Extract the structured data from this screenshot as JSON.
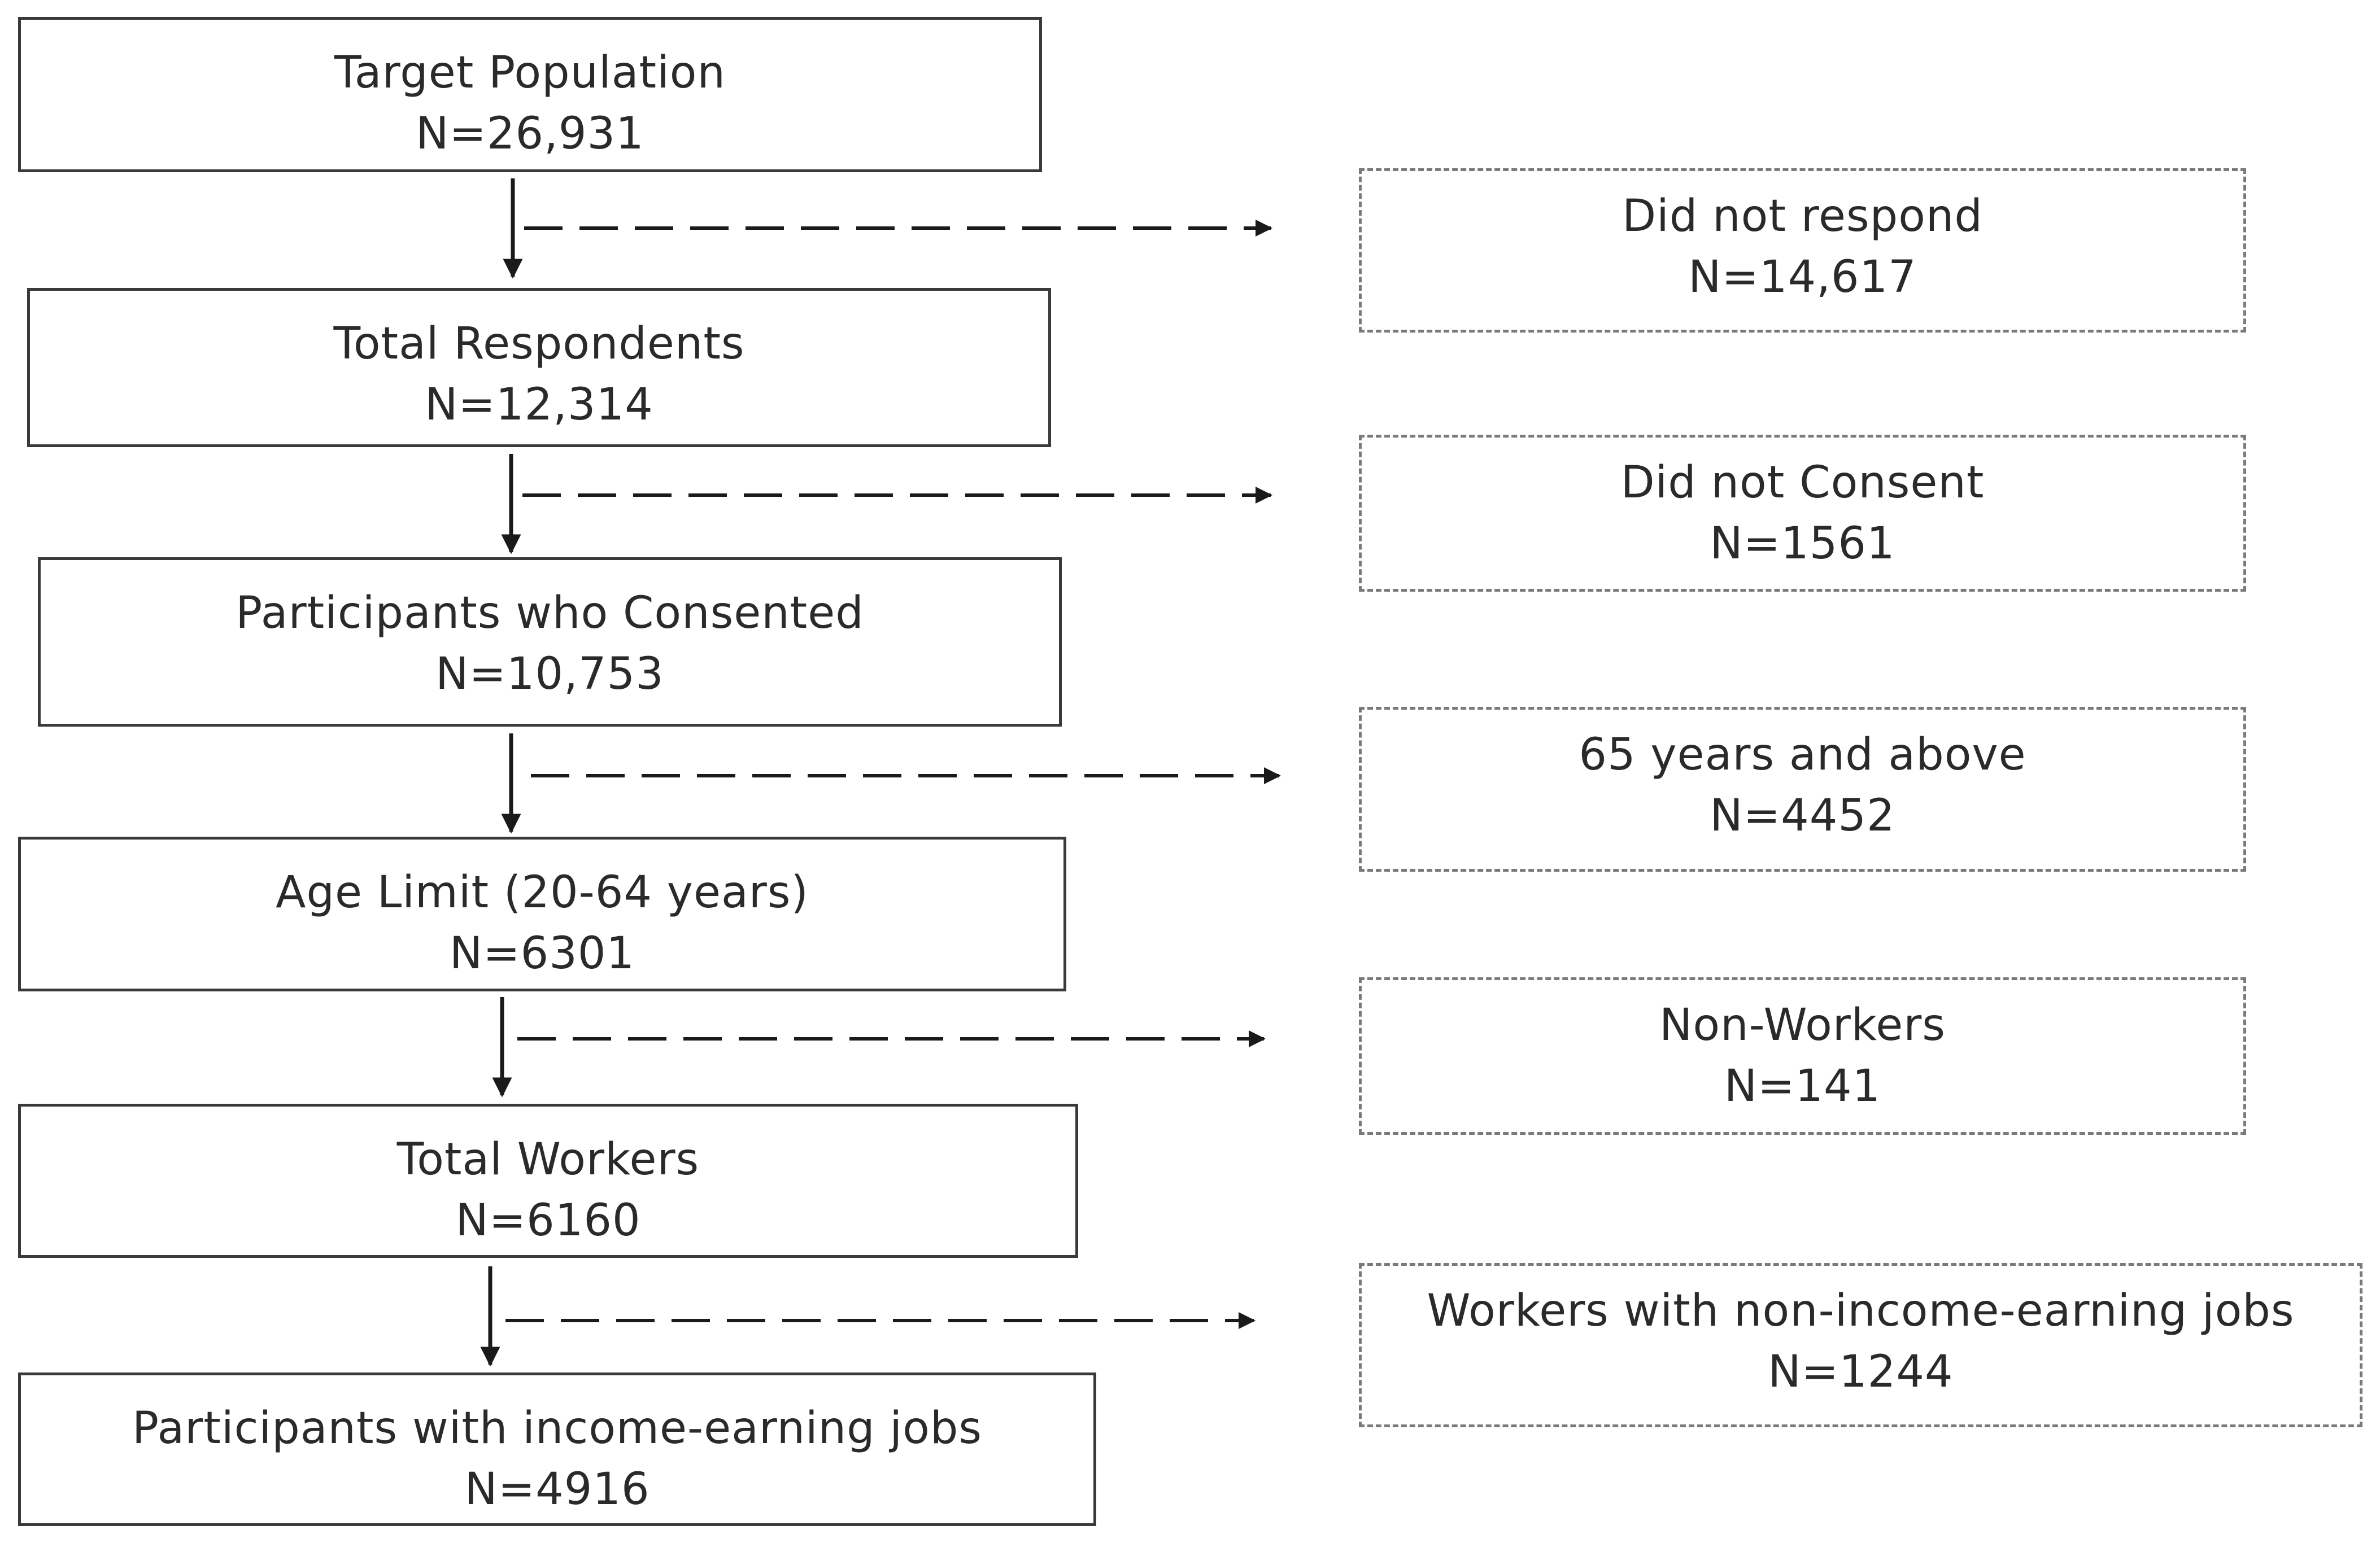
{
  "stages": [
    {
      "label": "Target Population",
      "count": "N=26,931"
    },
    {
      "label": "Total Respondents",
      "count": "N=12,314"
    },
    {
      "label": "Participants who Consented",
      "count": "N=10,753"
    },
    {
      "label": "Age Limit (20-64 years)",
      "count": "N=6301"
    },
    {
      "label": "Total Workers",
      "count": "N=6160"
    },
    {
      "label": "Participants with income-earning jobs",
      "count": "N=4916"
    }
  ],
  "exclusions": [
    {
      "label": "Did not respond",
      "count": "N=14,617"
    },
    {
      "label": "Did not Consent",
      "count": "N=1561"
    },
    {
      "label": "65 years and above",
      "count": "N=4452"
    },
    {
      "label": "Non-Workers",
      "count": "N=141"
    },
    {
      "label": "Workers with non-income-earning jobs",
      "count": "N=1244"
    }
  ]
}
